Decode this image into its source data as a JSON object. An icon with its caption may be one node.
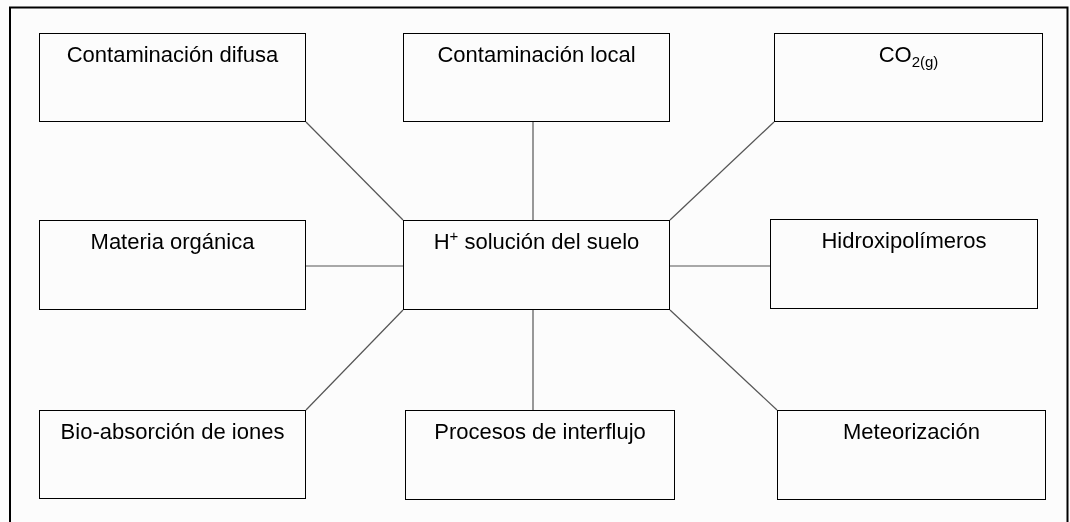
{
  "diagram": {
    "nodes": [
      {
        "text": [
          "Contaminación difusa"
        ]
      },
      {
        "text": [
          "Contaminación local"
        ]
      },
      {
        "text": [
          "CO$_{2(g)}$"
        ]
      },
      {
        "text": [
          "Materia orgánica"
        ]
      },
      {
        "text": [
          "H$^{+}$ solución del suelo"
        ]
      },
      {
        "text": [
          "Hidroxipolímeros"
        ]
      },
      {
        "text": [
          "Bio-absorción de iones"
        ]
      },
      {
        "text": [
          "Procesos de interflujo"
        ]
      },
      {
        "text": [
          "Meteorización"
        ]
      }
    ],
    "edges": [
      {
        "from": 4,
        "to": 0,
        "arrow": "none"
      },
      {
        "from": 4,
        "to": 1,
        "arrow": "none"
      },
      {
        "from": 4,
        "to": 2,
        "arrow": "none"
      },
      {
        "from": 4,
        "to": 3,
        "arrow": "none"
      },
      {
        "from": 4,
        "to": 5,
        "arrow": "none"
      },
      {
        "from": 4,
        "to": 6,
        "arrow": "none"
      },
      {
        "from": 4,
        "to": 7,
        "arrow": "none"
      },
      {
        "from": 4,
        "to": 8,
        "arrow": "none"
      }
    ]
  }
}
